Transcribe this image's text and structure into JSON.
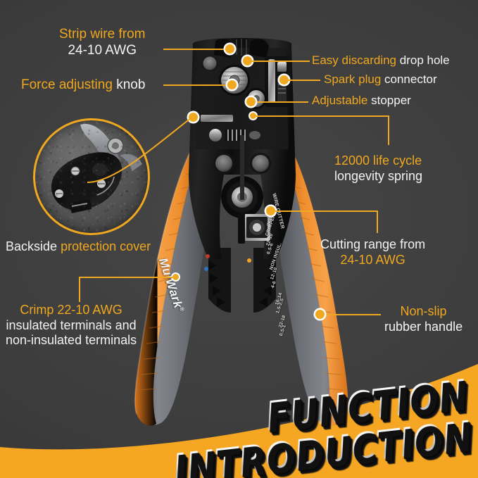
{
  "background": {
    "base_color": "#3b3b3b",
    "accent_color": "#efa81f",
    "text_white": "#f3f3f3"
  },
  "title": {
    "line1": "FUNCTION",
    "line2": "INTRODUCTION"
  },
  "callouts": [
    {
      "id": "strip-wire",
      "lines": [
        {
          "text": "Strip wire from",
          "color": "orange"
        },
        {
          "text": "24-10 AWG",
          "color": "white"
        }
      ]
    },
    {
      "id": "force-knob",
      "lines": [
        {
          "text": "Force adjusting ",
          "color": "orange"
        },
        {
          "text": "knob",
          "color": "white"
        }
      ]
    },
    {
      "id": "drop-hole",
      "lines": [
        {
          "text": "Easy discarding ",
          "color": "orange"
        },
        {
          "text": "drop hole",
          "color": "white"
        }
      ]
    },
    {
      "id": "spark-plug",
      "lines": [
        {
          "text": "Spark plug ",
          "color": "orange"
        },
        {
          "text": "connector",
          "color": "white"
        }
      ]
    },
    {
      "id": "adjustable-stopper",
      "lines": [
        {
          "text": "Adjustable ",
          "color": "orange"
        },
        {
          "text": "stopper",
          "color": "white"
        }
      ]
    },
    {
      "id": "longevity-spring",
      "lines": [
        {
          "text": "12000 life cycle",
          "color": "orange"
        },
        {
          "text": "longevity spring",
          "color": "white"
        }
      ]
    },
    {
      "id": "cutting-range",
      "lines": [
        {
          "text": "Cutting range from",
          "color": "white"
        },
        {
          "text": "24-10 AWG",
          "color": "orange"
        }
      ]
    },
    {
      "id": "non-slip-handle",
      "lines": [
        {
          "text": "Non-slip",
          "color": "orange"
        },
        {
          "text": "rubber handle",
          "color": "white"
        }
      ]
    },
    {
      "id": "backside-cover",
      "lines": [
        {
          "text": "Backside ",
          "color": "white"
        },
        {
          "text": "protection cover",
          "color": "orange"
        }
      ]
    },
    {
      "id": "crimp-terminals",
      "lines": [
        {
          "text": "Crimp 22-10 AWG",
          "color": "orange"
        },
        {
          "text": "insulated terminals and",
          "color": "white"
        },
        {
          "text": "non-insulated terminals",
          "color": "white"
        }
      ]
    }
  ],
  "callout_text": {
    "strip_wire_l1": "Strip wire from",
    "strip_wire_l2": "24-10 AWG",
    "force_knob_l1a": "Force adjusting",
    "force_knob_l1b": "knob",
    "drop_hole_a": "Easy discarding",
    "drop_hole_b": "drop hole",
    "spark_plug_a": "Spark plug",
    "spark_plug_b": "connector",
    "stopper_a": "Adjustable",
    "stopper_b": "stopper",
    "spring_l1": "12000 life cycle",
    "spring_l2": "longevity spring",
    "cutting_l1": "Cutting range from",
    "cutting_l2": "24-10 AWG",
    "handle_l1": "Non-slip",
    "handle_l2": "rubber handle",
    "backside_a": "Backside",
    "backside_b": "protection cover",
    "crimp_l1": "Crimp 22-10 AWG",
    "crimp_l2": "insulated terminals and",
    "crimp_l3": "non-insulated terminals"
  },
  "tool": {
    "brand": "MulWark",
    "brand_mark": "®",
    "markings": {
      "wire_cutter": "WIRE CUTTER",
      "insul_label": "INSUL.",
      "insul_crimper": "CRIMPER",
      "insul_awg": "22-10",
      "insul_mm": "0.5-6",
      "non_insul_label": "NON INSUL.",
      "non_insul_awg": "12-10",
      "non_insul_mm": "4-6",
      "row1_awg": "16-14",
      "row1_mm": "1.5-2.5",
      "row2_awg": "22-18",
      "row2_mm": "0.5-1"
    }
  }
}
